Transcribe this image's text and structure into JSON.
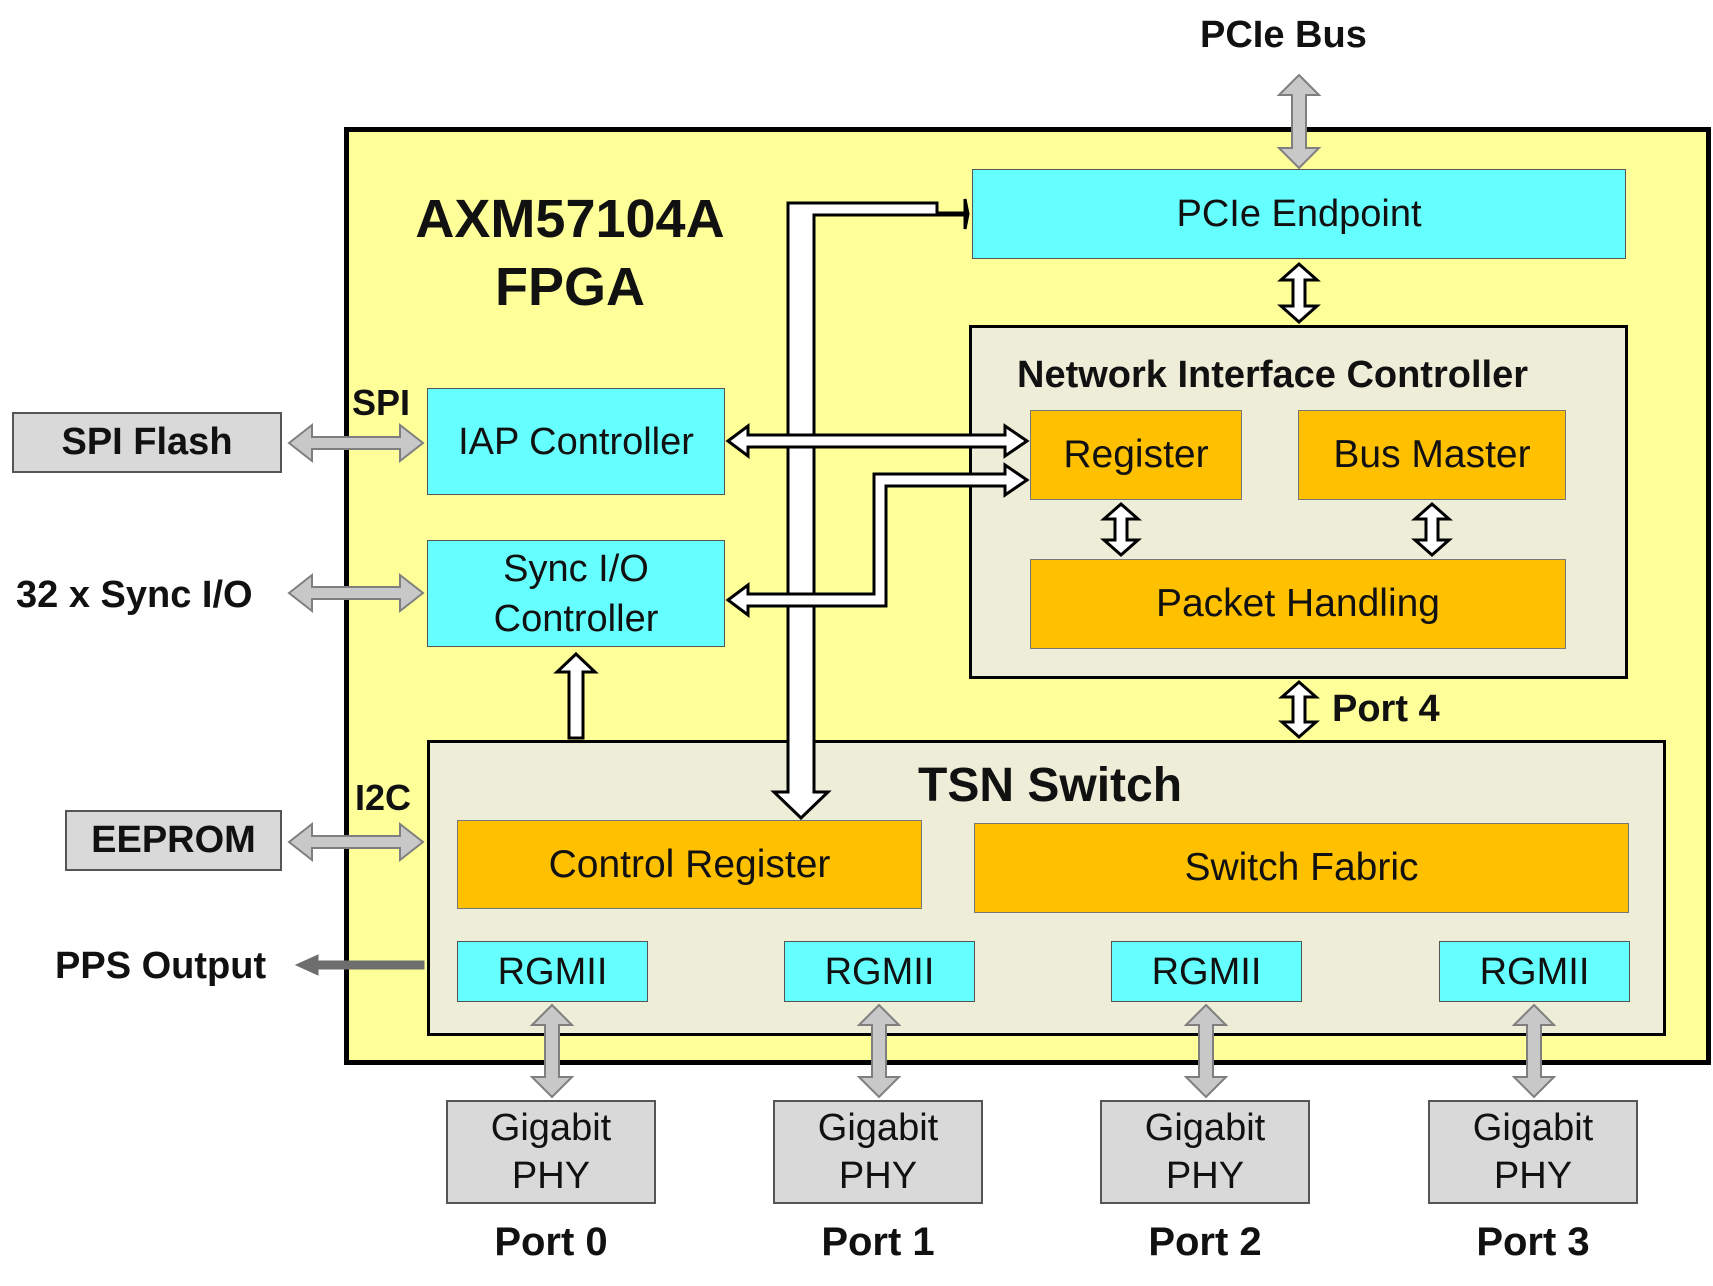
{
  "top": {
    "pcie_bus": "PCIe Bus"
  },
  "fpga": {
    "title_line1": "AXM57104A",
    "title_line2": "FPGA"
  },
  "blocks": {
    "pcie_endpoint": "PCIe Endpoint",
    "iap_controller": "IAP Controller",
    "sync_io_line1": "Sync I/O",
    "sync_io_line2": "Controller"
  },
  "nic": {
    "title": "Network Interface Controller",
    "register": "Register",
    "bus_master": "Bus Master",
    "packet_handling": "Packet Handling"
  },
  "port4_label": "Port 4",
  "tsn": {
    "title": "TSN Switch",
    "control_register": "Control Register",
    "switch_fabric": "Switch Fabric",
    "rgmii": [
      "RGMII",
      "RGMII",
      "RGMII",
      "RGMII"
    ]
  },
  "external": {
    "spi_flash": "SPI Flash",
    "spi_label": "SPI",
    "sync_io": "32 x Sync I/O",
    "eeprom": "EEPROM",
    "i2c_label": "I2C",
    "pps_output": "PPS Output"
  },
  "phys": [
    {
      "line1": "Gigabit",
      "line2": "PHY",
      "port": "Port 0"
    },
    {
      "line1": "Gigabit",
      "line2": "PHY",
      "port": "Port 1"
    },
    {
      "line1": "Gigabit",
      "line2": "PHY",
      "port": "Port 2"
    },
    {
      "line1": "Gigabit",
      "line2": "PHY",
      "port": "Port 3"
    }
  ],
  "colors": {
    "fpga_fill": "#ffff99",
    "block_cyan": "#66ffff",
    "block_orange": "#ffc000",
    "panel_fill": "#ededd8",
    "external_gray": "#d9d9d9",
    "arrow_gray": "#c8c8c8"
  }
}
